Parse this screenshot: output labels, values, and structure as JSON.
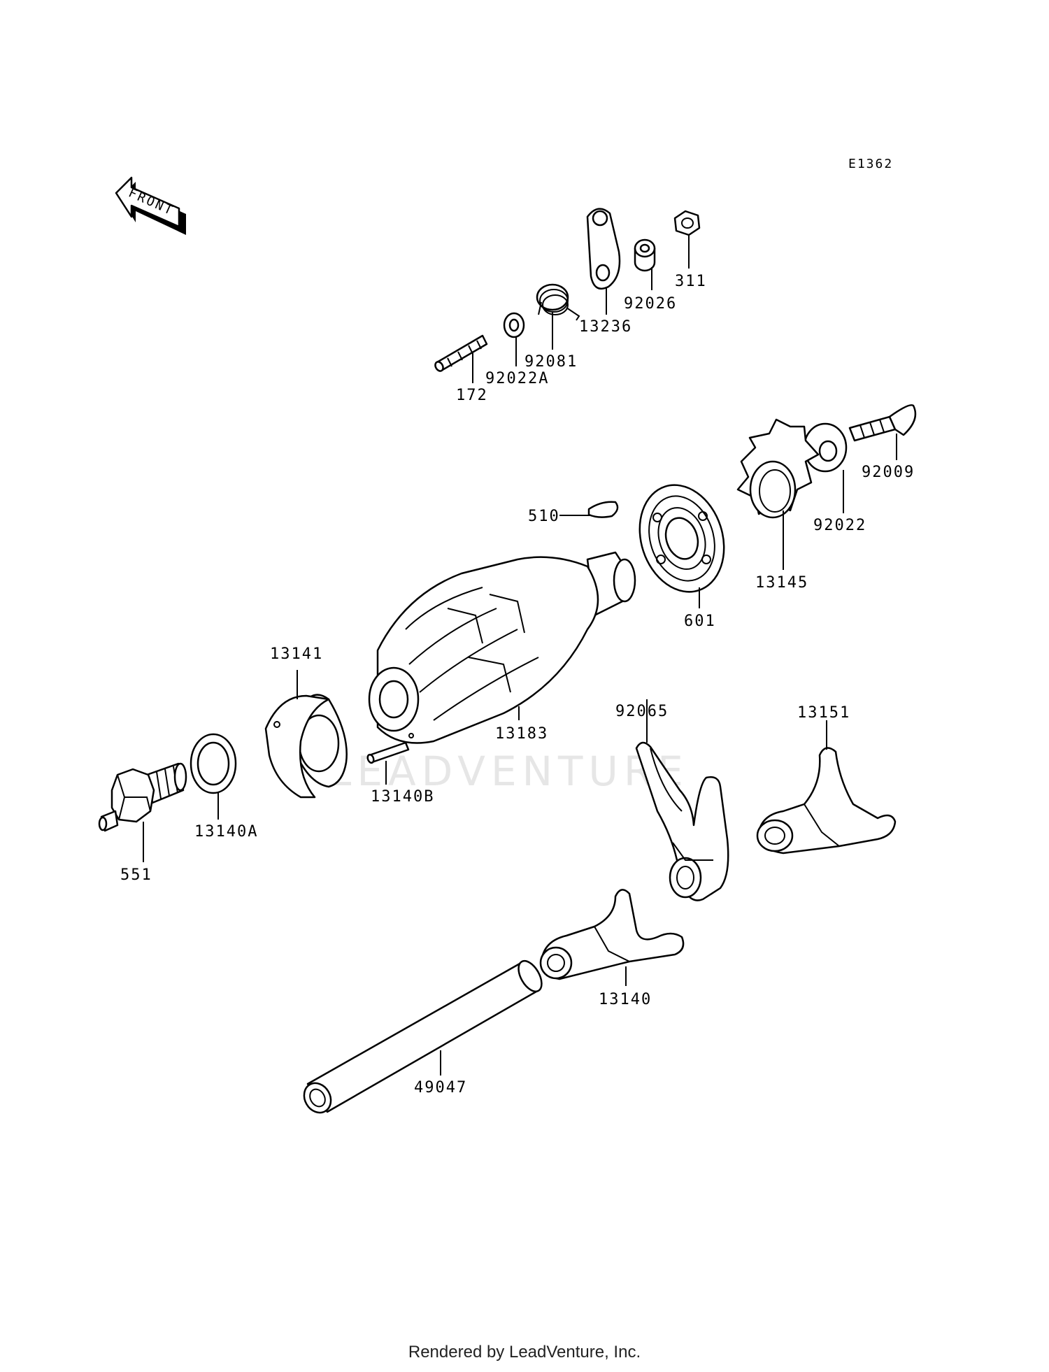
{
  "diagram": {
    "code": "E1362",
    "front_label": "FRONT",
    "watermark": "LEADVENTURE",
    "parts": [
      {
        "id": "172",
        "label": "172"
      },
      {
        "id": "92022A",
        "label": "92022A"
      },
      {
        "id": "92081",
        "label": "92081"
      },
      {
        "id": "13236",
        "label": "13236"
      },
      {
        "id": "92026",
        "label": "92026"
      },
      {
        "id": "311",
        "label": "311"
      },
      {
        "id": "92009",
        "label": "92009"
      },
      {
        "id": "92022",
        "label": "92022"
      },
      {
        "id": "13145",
        "label": "13145"
      },
      {
        "id": "510",
        "label": "510"
      },
      {
        "id": "601",
        "label": "601"
      },
      {
        "id": "13183",
        "label": "13183"
      },
      {
        "id": "13141",
        "label": "13141"
      },
      {
        "id": "13140B",
        "label": "13140B"
      },
      {
        "id": "13140A",
        "label": "13140A"
      },
      {
        "id": "551",
        "label": "551"
      },
      {
        "id": "92065",
        "label": "92065"
      },
      {
        "id": "13151",
        "label": "13151"
      },
      {
        "id": "13140",
        "label": "13140"
      },
      {
        "id": "49047",
        "label": "49047"
      }
    ]
  },
  "footer": {
    "text": "Rendered by LeadVenture, Inc."
  }
}
